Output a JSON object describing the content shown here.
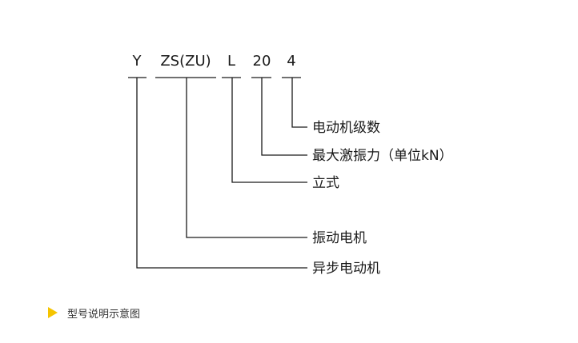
{
  "model_code": {
    "segments": [
      {
        "id": "type",
        "text": "Y"
      },
      {
        "id": "series",
        "text": "ZS(ZU)"
      },
      {
        "id": "mount",
        "text": "L"
      },
      {
        "id": "force",
        "text": "20"
      },
      {
        "id": "poles",
        "text": "4"
      }
    ]
  },
  "legend": {
    "poles": "电动机级数",
    "force": "最大激振力（单位kN）",
    "mount": "立式",
    "series": "振动电机",
    "type": "异步电动机"
  },
  "caption": {
    "marker_icon": "triangle-right-icon",
    "marker_color": "#f5c400",
    "text": "型号说明示意图"
  }
}
